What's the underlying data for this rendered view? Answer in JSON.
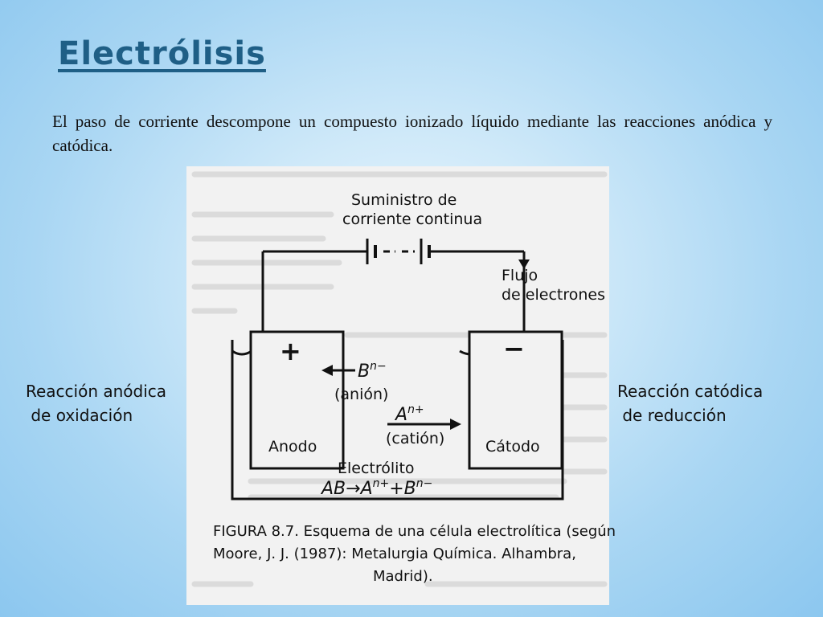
{
  "slide": {
    "title": "Electrólisis",
    "intro": "El paso de corriente descompone un compuesto ionizado líquido mediante las reacciones anódica y catódica.",
    "left_label": {
      "line1": "Reacción anódica",
      "line2": " de oxidación"
    },
    "right_label": {
      "line1": "Reacción catódica",
      "line2": " de reducción"
    }
  },
  "figure": {
    "supply_line1": "Suministro de",
    "supply_line2": "corriente continua",
    "flow_line1": "Flujo",
    "flow_line2": "de electrones",
    "plus": "+",
    "minus": "−",
    "anion_ion": "B",
    "anion_charge": "n−",
    "anion_label": "(anión)",
    "cation_ion": "A",
    "cation_charge": "n+",
    "cation_label": "(catión)",
    "anode": "Anodo",
    "cathode": "Cátodo",
    "electrolyte": "Electrólito",
    "reaction": "AB→A",
    "reaction_charge1": "n+",
    "reaction_plus": "+B",
    "reaction_charge2": "n−",
    "caption_line1": "FIGURA 8.7. Esquema de una célula electrolítica (según",
    "caption_line2": "Moore, J. J. (1987): Metalurgia Química. Alhambra,",
    "caption_line3": "Madrid)."
  }
}
